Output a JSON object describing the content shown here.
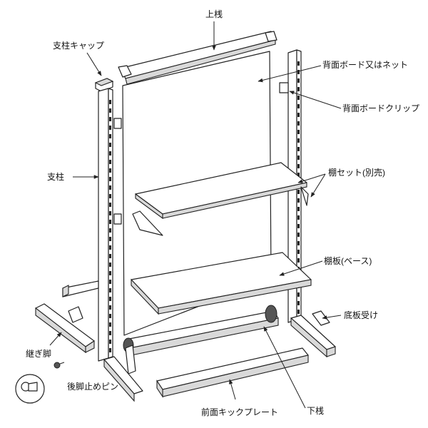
{
  "labels": {
    "top_rail": "上桟",
    "post_cap": "支柱キャップ",
    "back_board": "背面ボード又はネット",
    "back_board_clip": "背面ボードクリップ",
    "post": "支柱",
    "shelf_set": "棚セット(別売)",
    "shelf_base": "棚板(ベース)",
    "bottom_bracket": "底板受け",
    "joint_leg": "継ぎ脚",
    "rear_leg_pin": "後脚止めピン",
    "front_kick_plate": "前面キックプレート",
    "bottom_rail": "下桟"
  },
  "colors": {
    "line": "#222222",
    "shade": "#d9d9d9",
    "dark": "#555555"
  }
}
